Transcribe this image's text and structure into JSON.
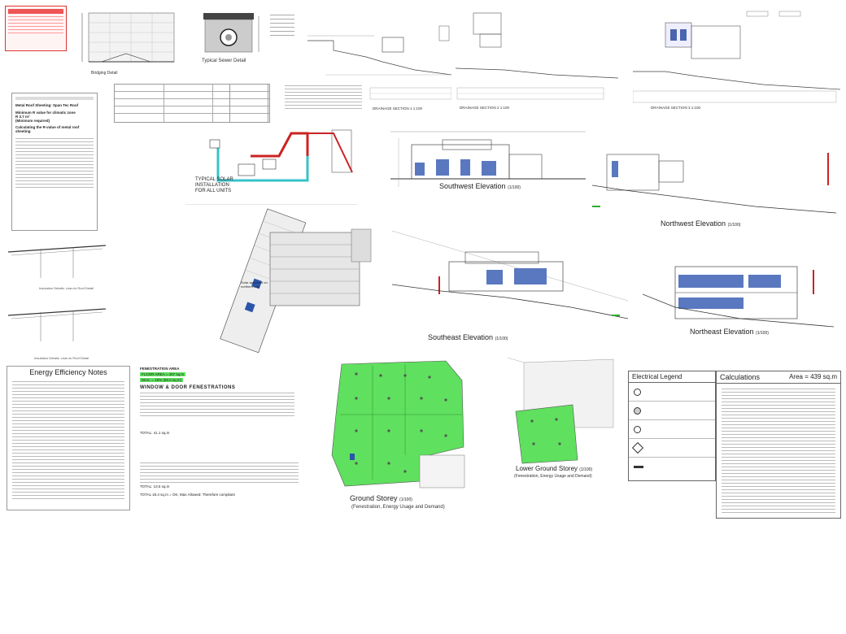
{
  "titles": {
    "typical_sewer_detail": "Typical Sewer Detail",
    "bridging_detail": "Bridging Detail",
    "drainage_section_1": "DRAINAGE SECTION 1 1:100",
    "drainage_section_2": "DRAINAGE SECTION 2 1:100",
    "drainage_section_3": "DRAINAGE SECTION 3 1:100",
    "solar_install": "TYPICAL SOLAR INSTALLATION FOR ALL UNITS",
    "southwest_elevation": "Southwest Elevation",
    "southwest_scale": "(1/100)",
    "northwest_elevation": "Northwest Elevation",
    "northwest_scale": "(1/100)",
    "southeast_elevation": "Southeast Elevation",
    "southeast_scale": "(1/100)",
    "northeast_elevation": "Northeast Elevation",
    "northeast_scale": "(1/100)",
    "insulation_detail_1": "Insulation Details: Lean-to Roof Detail",
    "insulation_detail_2": "Insulation Details: Lean-to Roof Detail",
    "ground_storey": "Ground Storey",
    "ground_storey_scale": "(1/100)",
    "ground_storey_sub": "(Fenestration, Energy Usage and Demand)",
    "lower_ground_storey": "Lower Ground Storey",
    "lower_ground_scale": "(1/100)",
    "lower_ground_sub": "(Fenestration, Energy Usage and Demand)"
  },
  "roof_calc": {
    "line1": "Metal Roof Sheeting: Span Tec Roof",
    "line2": "Minimum R value for climatic zone",
    "line3": "R 3.7 m²",
    "line4": "(Minimum required)",
    "line5": "Calculating the R-value of metal roof sheeting"
  },
  "energy_notes": {
    "title": "Energy Efficiency Notes"
  },
  "fenestration": {
    "header": "FENESTRATION AREA",
    "line1": "FLOOR AREA = 407 sq.m",
    "line2": "MAX. = 15% (59.0 sq.m)",
    "title": "WINDOW & DOOR FENESTRATIONS",
    "total1": "TOTAL: 41.1 sq.m",
    "total2": "TOTAL: 13.5 sq.m",
    "total3": "TOTAL 18.4 sq.m = OK, Max Allowed: Therefore compliant"
  },
  "electrical_legend": {
    "title": "Electrical Legend"
  },
  "calculations": {
    "title": "Calculations",
    "area": "Area = 439 sq.m"
  },
  "site_note": "Solar approved on northern roof",
  "colors": {
    "green": "#5fe05f",
    "red": "#cc2222",
    "cyan": "#35c3c9",
    "line": "#555555"
  }
}
